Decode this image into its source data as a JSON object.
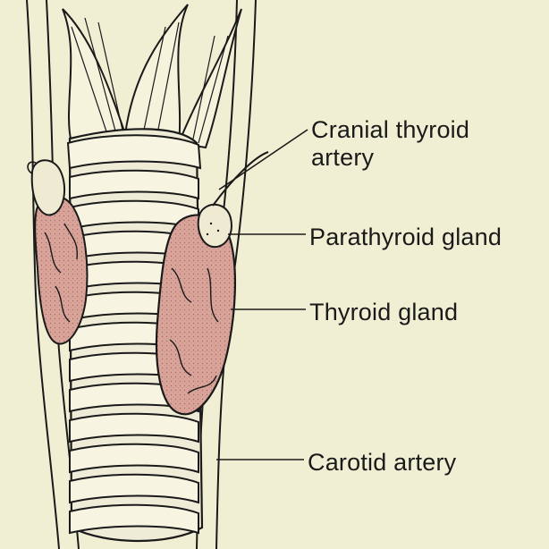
{
  "labels": {
    "cranial_thyroid_artery": [
      "Cranial thyroid",
      "artery"
    ],
    "parathyroid_gland": "Parathyroid gland",
    "thyroid_gland": "Thyroid gland",
    "carotid_artery": "Carotid artery"
  },
  "colors": {
    "background": "#f1efd3",
    "thyroid_tissue": "#d9a49a",
    "parathyroid_tissue": "#efead2",
    "outline": "#1a1a1a"
  }
}
